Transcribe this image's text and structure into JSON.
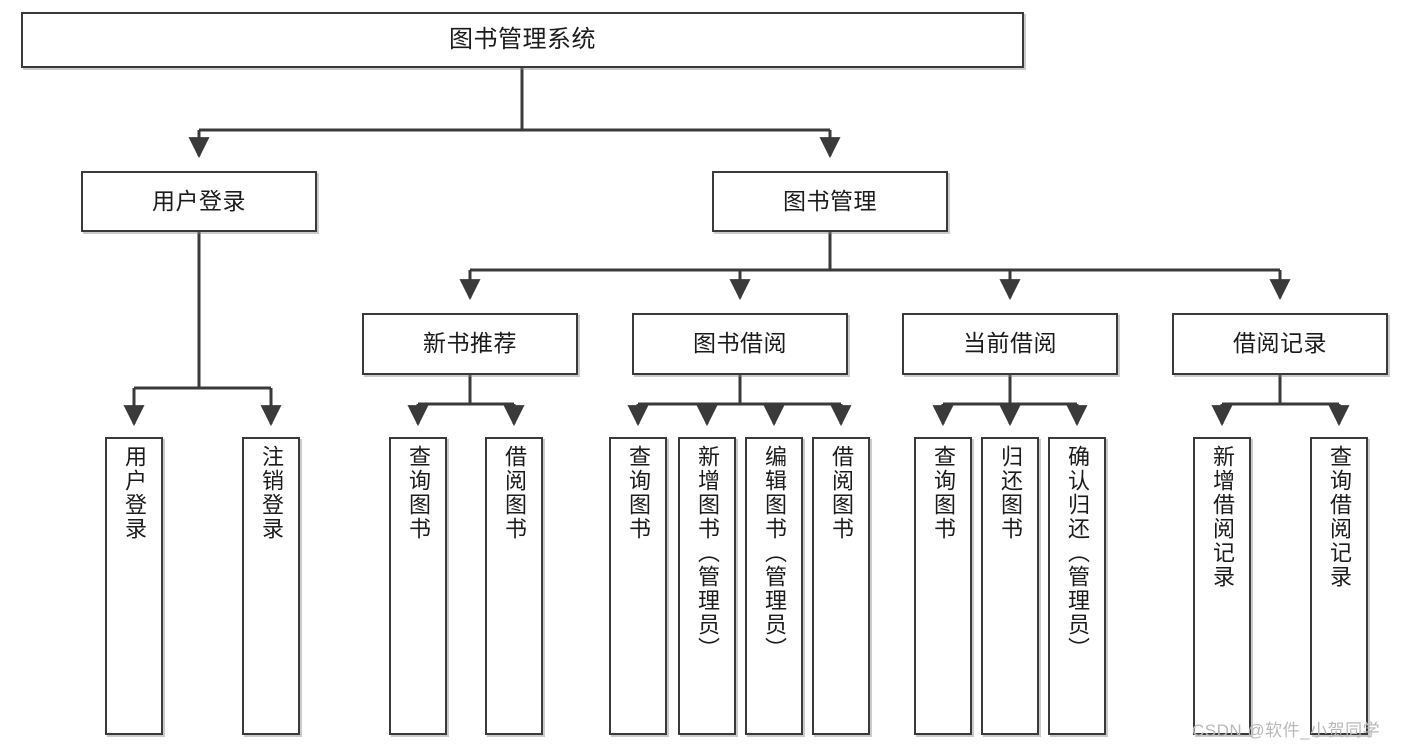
{
  "diagram": {
    "type": "tree-flowchart",
    "orientation": "top-down",
    "stroke_color": "#3a3a3a",
    "fill_color": "#ffffff",
    "text_color": "#1b1b1b",
    "root": {
      "id": "root",
      "label": "图书管理系统"
    },
    "level2": [
      {
        "id": "login",
        "label": "用户登录"
      },
      {
        "id": "bookmgmt",
        "label": "图书管理"
      }
    ],
    "level3": [
      {
        "id": "recommend",
        "label": "新书推荐",
        "parent": "bookmgmt"
      },
      {
        "id": "borrow",
        "label": "图书借阅",
        "parent": "bookmgmt"
      },
      {
        "id": "current",
        "label": "当前借阅",
        "parent": "bookmgmt"
      },
      {
        "id": "records",
        "label": "借阅记录",
        "parent": "bookmgmt"
      }
    ],
    "leaves": [
      {
        "id": "leaf-user-login",
        "label": "用户登录",
        "parent": "login"
      },
      {
        "id": "leaf-user-logout",
        "label": "注销登录",
        "parent": "login"
      },
      {
        "id": "leaf-rec-query",
        "label": "查询图书",
        "parent": "recommend"
      },
      {
        "id": "leaf-rec-borrow",
        "label": "借阅图书",
        "parent": "recommend"
      },
      {
        "id": "leaf-borrow-query",
        "label": "查询图书",
        "parent": "borrow"
      },
      {
        "id": "leaf-borrow-add",
        "label": "新增图书（管理员）",
        "parent": "borrow"
      },
      {
        "id": "leaf-borrow-edit",
        "label": "编辑图书（管理员）",
        "parent": "borrow"
      },
      {
        "id": "leaf-borrow-lend",
        "label": "借阅图书",
        "parent": "borrow"
      },
      {
        "id": "leaf-cur-query",
        "label": "查询图书",
        "parent": "current"
      },
      {
        "id": "leaf-cur-return",
        "label": "归还图书",
        "parent": "current"
      },
      {
        "id": "leaf-cur-confirm",
        "label": "确认归还（管理员）",
        "parent": "current"
      },
      {
        "id": "leaf-rec-add",
        "label": "新增借阅记录",
        "parent": "records"
      },
      {
        "id": "leaf-rec-search",
        "label": "查询借阅记录",
        "parent": "records"
      }
    ]
  },
  "watermark": {
    "text": "CSDN @软件_小贺同学"
  }
}
